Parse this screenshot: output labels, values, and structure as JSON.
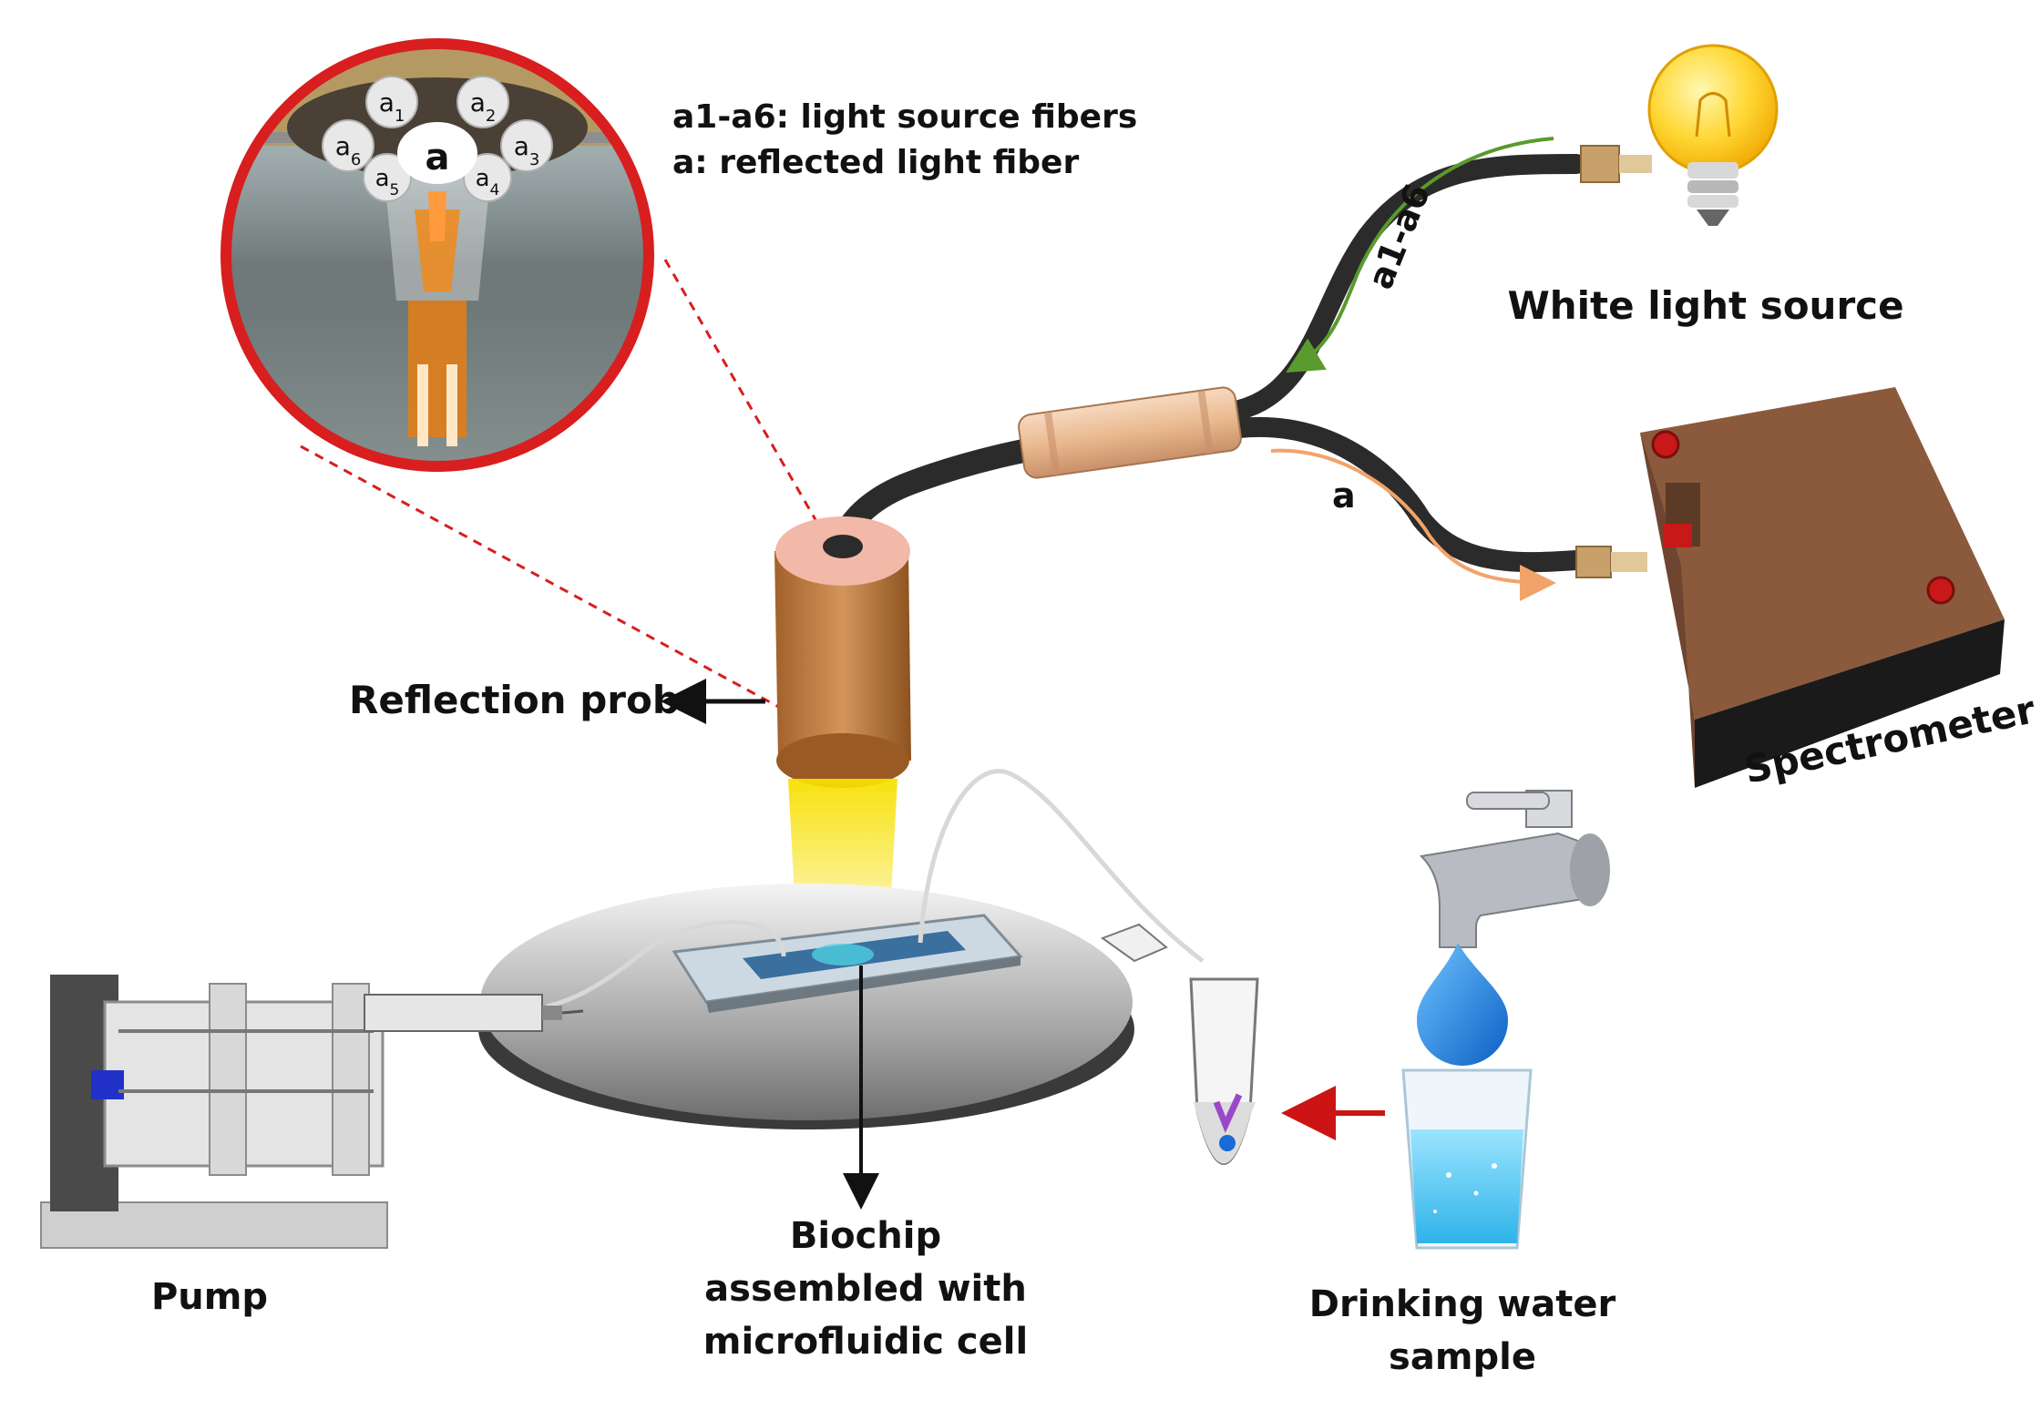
{
  "labels": {
    "legend_line1": "a1-a6: light source fibers",
    "legend_line2": "a: reflected light fiber",
    "fiber_a1_a6": "a1-a6",
    "fiber_a": "a",
    "white_light_source": "White light source",
    "spectrometer": "Spectrometer",
    "reflection_probe": "Reflection probe",
    "pump": "Pump",
    "biochip_line1": "Biochip",
    "biochip_line2": "assembled with",
    "biochip_line3": "microfluidic cell",
    "drinking_line1": "Drinking water",
    "drinking_line2": "sample"
  },
  "inset": {
    "center_fiber": "a",
    "fibers": [
      {
        "main": "a",
        "sub": "1"
      },
      {
        "main": "a",
        "sub": "2"
      },
      {
        "main": "a",
        "sub": "3"
      },
      {
        "main": "a",
        "sub": "4"
      },
      {
        "main": "a",
        "sub": "5"
      },
      {
        "main": "a",
        "sub": "6"
      }
    ]
  },
  "colors": {
    "source_arrow": "#5a9a2e",
    "return_arrow": "#f2a36a",
    "inset_ring": "#d81e1e",
    "sample_arrow": "#cc1414",
    "probe": "#b9763c",
    "spectrometer": "#8b5a3c",
    "beam": "#f2d21a"
  }
}
